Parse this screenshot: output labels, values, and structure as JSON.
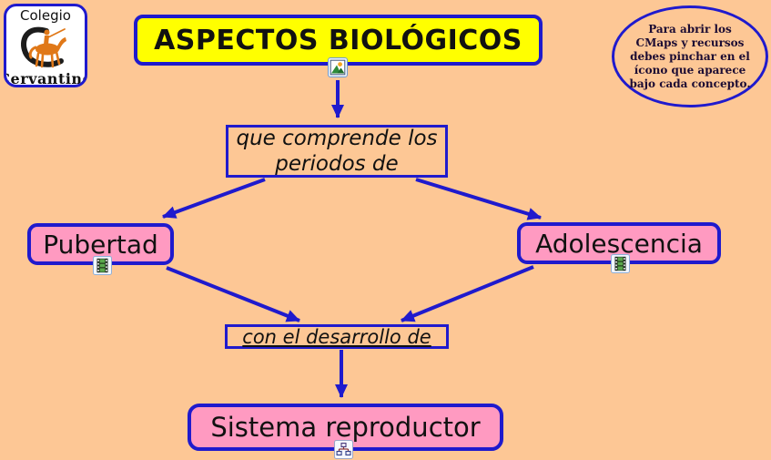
{
  "colors": {
    "background": "#fdc795",
    "concept_fill": "#ff9ac1",
    "title_fill": "#ffff00",
    "accent_blue": "#1f1acd",
    "text": "#111111"
  },
  "logo": {
    "line1": "Colegio",
    "line2": "Cervantino",
    "icon": "quixote-horse-logo"
  },
  "title": {
    "label": "ASPECTOS BIOLÓGICOS",
    "attachment_icon": "image-icon"
  },
  "note_oval": {
    "lines": [
      "Para abrir los",
      "CMaps y  recursos",
      "debes pinchar en el",
      "ícono que aparece",
      "bajo cada concepto."
    ]
  },
  "concept_map": {
    "linking_phrases": [
      {
        "id": "que-comprende",
        "label": "que comprende los\nperiodos de"
      },
      {
        "id": "con-el-desarrollo",
        "label": "con el desarrollo de"
      }
    ],
    "concepts": [
      {
        "id": "pubertad",
        "label": "Pubertad",
        "attachment_icon": "video-icon"
      },
      {
        "id": "adolescencia",
        "label": "Adolescencia",
        "attachment_icon": "video-icon"
      },
      {
        "id": "sistema-reproductor",
        "label": "Sistema reproductor",
        "attachment_icon": "concept-map-icon"
      }
    ],
    "connectors": [
      {
        "from": "aspectos-biologicos",
        "to": "que-comprende"
      },
      {
        "from": "que-comprende",
        "to": "pubertad"
      },
      {
        "from": "que-comprende",
        "to": "adolescencia"
      },
      {
        "from": "pubertad",
        "to": "con-el-desarrollo"
      },
      {
        "from": "adolescencia",
        "to": "con-el-desarrollo"
      },
      {
        "from": "con-el-desarrollo",
        "to": "sistema-reproductor"
      }
    ]
  }
}
